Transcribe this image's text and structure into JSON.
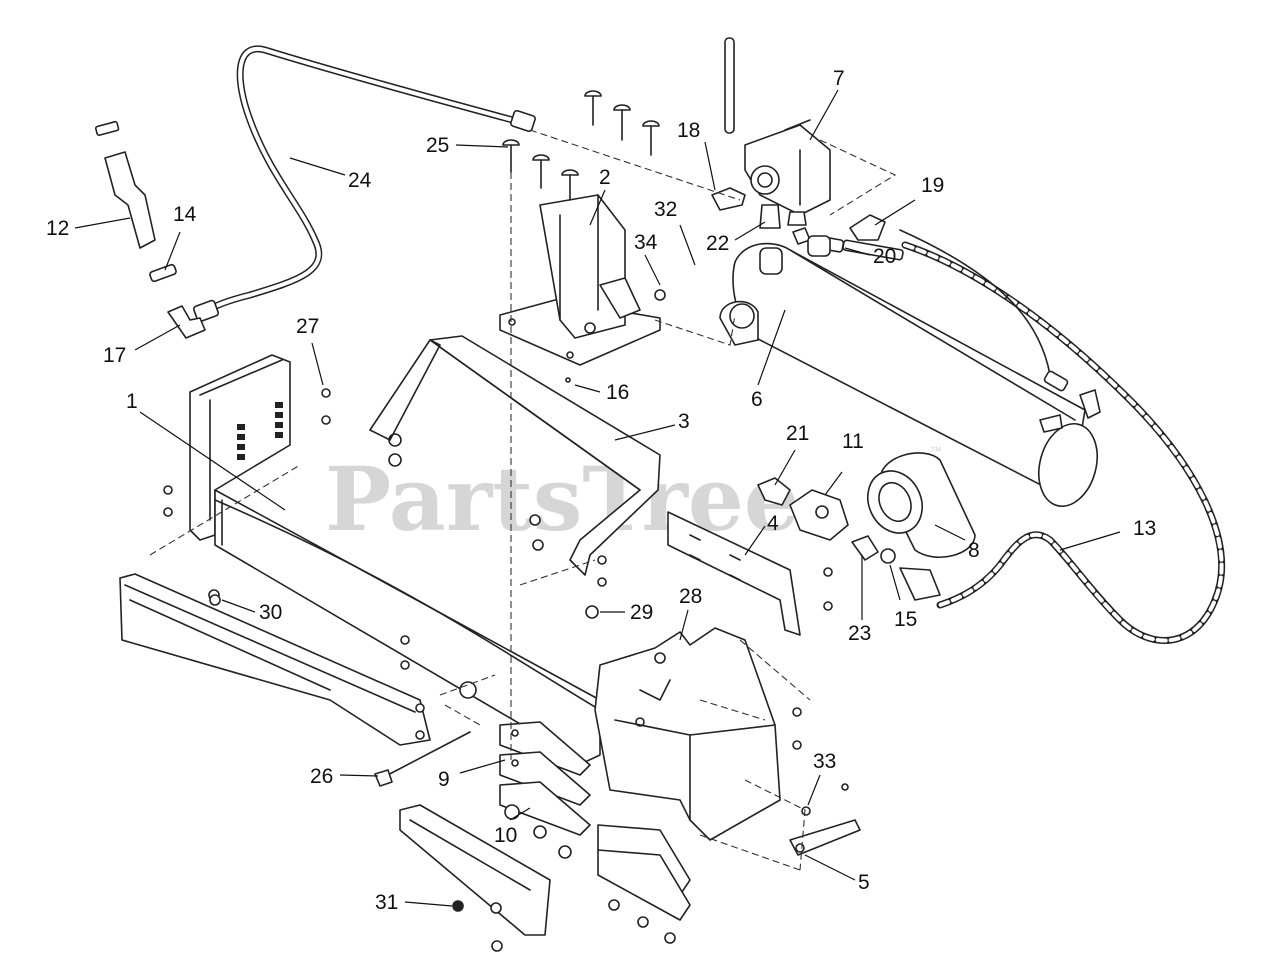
{
  "watermark": {
    "text": "PartsTree",
    "trademark": "™"
  },
  "callouts": [
    {
      "id": "1",
      "label": "1"
    },
    {
      "id": "2",
      "label": "2"
    },
    {
      "id": "3",
      "label": "3"
    },
    {
      "id": "4",
      "label": "4"
    },
    {
      "id": "5",
      "label": "5"
    },
    {
      "id": "6",
      "label": "6"
    },
    {
      "id": "7",
      "label": "7"
    },
    {
      "id": "8",
      "label": "8"
    },
    {
      "id": "9",
      "label": "9"
    },
    {
      "id": "10",
      "label": "10"
    },
    {
      "id": "11",
      "label": "11"
    },
    {
      "id": "12",
      "label": "12"
    },
    {
      "id": "13",
      "label": "13"
    },
    {
      "id": "14",
      "label": "14"
    },
    {
      "id": "15",
      "label": "15"
    },
    {
      "id": "16",
      "label": "16"
    },
    {
      "id": "17",
      "label": "17"
    },
    {
      "id": "18",
      "label": "18"
    },
    {
      "id": "19",
      "label": "19"
    },
    {
      "id": "20",
      "label": "20"
    },
    {
      "id": "21",
      "label": "21"
    },
    {
      "id": "22",
      "label": "22"
    },
    {
      "id": "23",
      "label": "23"
    },
    {
      "id": "24",
      "label": "24"
    },
    {
      "id": "25",
      "label": "25"
    },
    {
      "id": "26",
      "label": "26"
    },
    {
      "id": "27",
      "label": "27"
    },
    {
      "id": "28",
      "label": "28"
    },
    {
      "id": "29",
      "label": "29"
    },
    {
      "id": "30",
      "label": "30"
    },
    {
      "id": "31",
      "label": "31"
    },
    {
      "id": "32",
      "label": "32"
    },
    {
      "id": "33",
      "label": "33"
    },
    {
      "id": "34",
      "label": "34"
    }
  ]
}
